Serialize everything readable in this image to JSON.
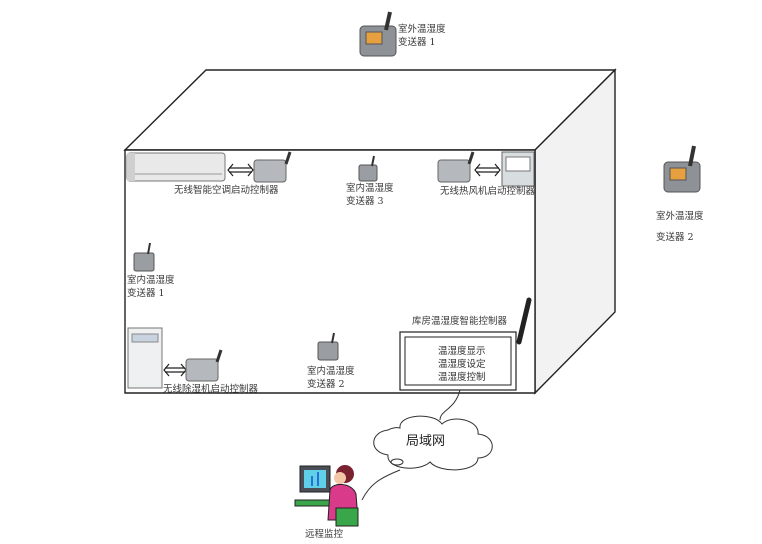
{
  "outdoor1": {
    "line1": "室外温湿度",
    "line2": "变送器 1"
  },
  "outdoor2": {
    "line1": "室外温湿度",
    "line2": "变送器 2"
  },
  "indoor1": {
    "line1": "室内温湿度",
    "line2": "变送器 1"
  },
  "indoor2": {
    "line1": "室内温湿度",
    "line2": "变送器 2"
  },
  "indoor3": {
    "line1": "室内温湿度",
    "line2": "变送器 3"
  },
  "ac_controller": "无线智能空调启动控制器",
  "heater_controller": "无线热风机启动控制器",
  "dehumidifier_controller": "无线除湿机启动控制器",
  "smart_controller": {
    "title": "库房温湿度智能控制器",
    "lines": [
      "温湿度显示",
      "温湿度设定",
      "温湿度控制"
    ]
  },
  "network": "局域网",
  "remote": "远程监控"
}
